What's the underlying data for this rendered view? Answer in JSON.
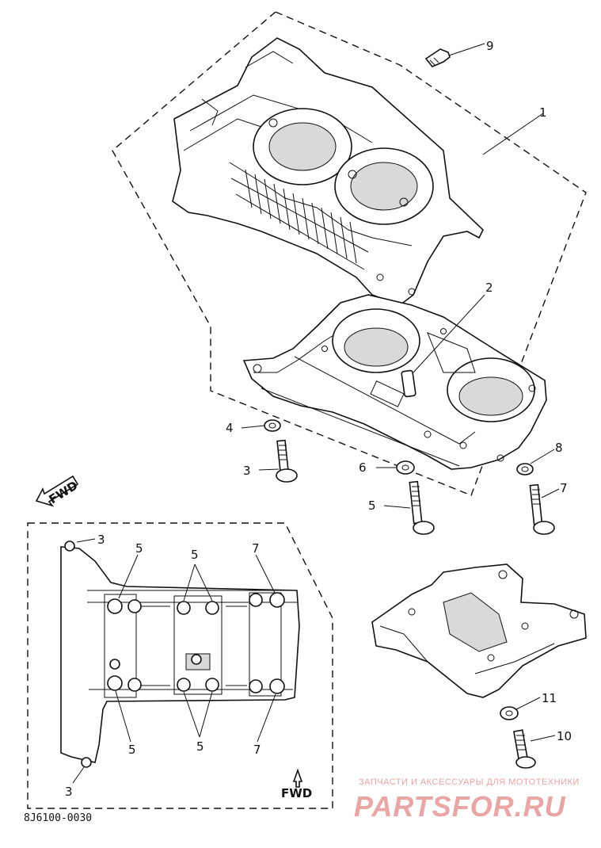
{
  "callouts": {
    "c1": "1",
    "c2": "2",
    "c3a": "3",
    "c4": "4",
    "c5a": "5",
    "c6": "6",
    "c7a": "7",
    "c8": "8",
    "c9": "9",
    "c10": "10",
    "c11": "11",
    "inset_3_top": "3",
    "inset_5_left_top": "5",
    "inset_5_mid_top": "5",
    "inset_7_top": "7",
    "inset_5_left_bot": "5",
    "inset_5_mid_bot": "5",
    "inset_7_bot": "7",
    "inset_3_bot": "3"
  },
  "fwd_labels": {
    "upper": "FWD",
    "inset": "FWD"
  },
  "drawing_code": "8J6100-0030",
  "watermark": {
    "tagline": "ЗАПЧАСТИ И АКСЕССУАРЫ ДЛЯ МОТОТЕХНИКИ",
    "logo": "PARTSFOR.RU"
  },
  "colors": {
    "line": "#111111",
    "watermark": "#e9a6a6"
  }
}
